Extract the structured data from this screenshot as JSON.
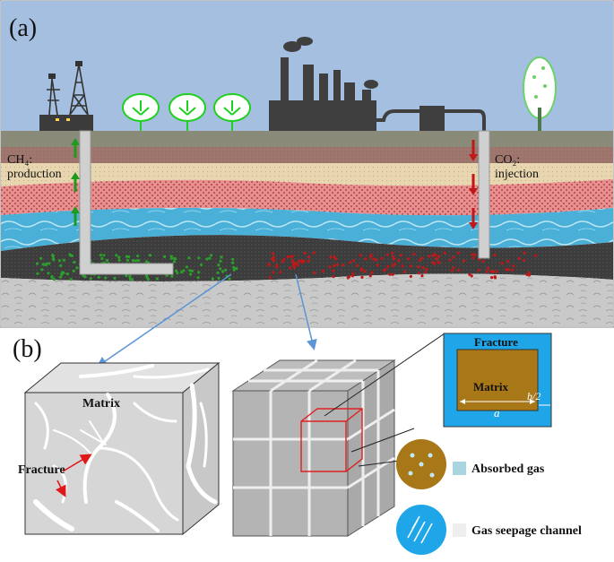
{
  "panel_a": {
    "label": "(a)",
    "production_label_line1": "CH₄:",
    "production_label_line2": "production",
    "injection_label_line1": "CO₂:",
    "injection_label_line2": "injection"
  },
  "panel_b": {
    "label": "(b)",
    "cube_matrix_label": "Matrix",
    "cube_fracture_label": "Fracture",
    "unit_fracture_label": "Fracture",
    "unit_matrix_label": "Matrix",
    "unit_width_label": "a",
    "unit_gap_label": "b/2",
    "legend_absorbed": "Absorbed gas",
    "legend_seepage": "Gas seepage channel"
  },
  "colors": {
    "sky": "#a4bfe0",
    "ground_top": "#8a8a78",
    "brown_layer": "#a0776e",
    "sand_layer": "#e8d6b0",
    "red_dot_layer": "#e89090",
    "water_layer": "#4ab0d8",
    "coal_layer": "#3a3a3a",
    "rock_layer": "#c8c8c8",
    "methane_dot": "#2aa02a",
    "co2_dot": "#c01818",
    "matrix_brown": "#a87718",
    "fracture_blue": "#1fa6e8"
  },
  "icons": [
    "oil-derrick-icon",
    "tree-icon",
    "factory-icon",
    "birch-tree-icon",
    "arrow-up-icon",
    "arrow-down-icon"
  ]
}
